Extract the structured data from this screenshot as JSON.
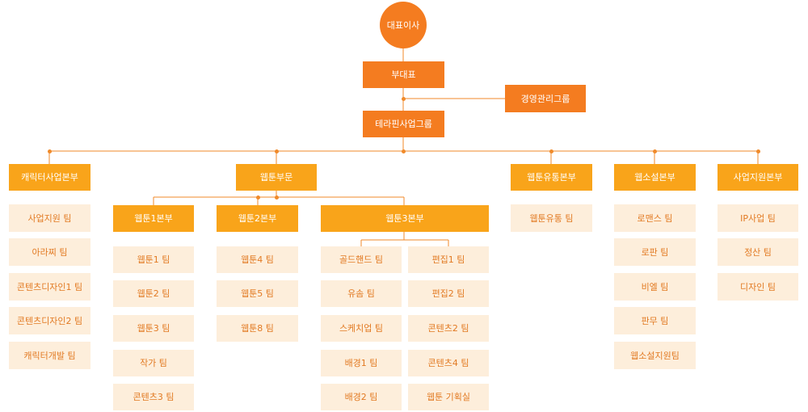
{
  "colors": {
    "dark_orange": "#f47c20",
    "orange": "#f9a41a",
    "team_fill": "#fdeedb",
    "team_text": "#e27a23",
    "line": "#f08a2a"
  },
  "top": {
    "ceo": "대표이사",
    "vice_ceo": "부대표",
    "management": "경영관리그룹",
    "group": "테라핀사업그룹"
  },
  "divisions": {
    "character": {
      "label": "캐릭터사업본부",
      "teams": [
        "사업지원 팀",
        "아라찌 팀",
        "콘텐츠디자인1 팀",
        "콘텐츠디자인2 팀",
        "캐릭터개발 팀"
      ]
    },
    "webtoon": {
      "label": "웹툰부문",
      "webtoon1": {
        "label": "웹툰1본부",
        "teams": [
          "웹툰1 팀",
          "웹툰2 팀",
          "웹툰3 팀",
          "작가 팀",
          "콘텐츠3 팀"
        ]
      },
      "webtoon2": {
        "label": "웹툰2본부",
        "teams": [
          "웹툰4 팀",
          "웹툰5 팀",
          "웹툰8 팀"
        ]
      },
      "webtoon3": {
        "label": "웹툰3본부",
        "left_teams": [
          "골드핸드 팀",
          "유솜 팀",
          "스케치업 팀",
          "배경1 팀",
          "배경2 팀"
        ],
        "right_teams": [
          "편집1 팀",
          "편집2 팀",
          "콘텐츠2 팀",
          "콘텐츠4 팀",
          "웹툰 기획실"
        ]
      }
    },
    "distribution": {
      "label": "웹툰유통본부",
      "teams": [
        "웹툰유통 팀"
      ]
    },
    "novel": {
      "label": "웹소설본부",
      "teams": [
        "로맨스 팀",
        "로판 팀",
        "비엘 팀",
        "판무 팀",
        "웹소설지원팀"
      ]
    },
    "support": {
      "label": "사업지원본부",
      "teams": [
        "IP사업 팀",
        "정산 팀",
        "디자인 팀"
      ]
    }
  }
}
